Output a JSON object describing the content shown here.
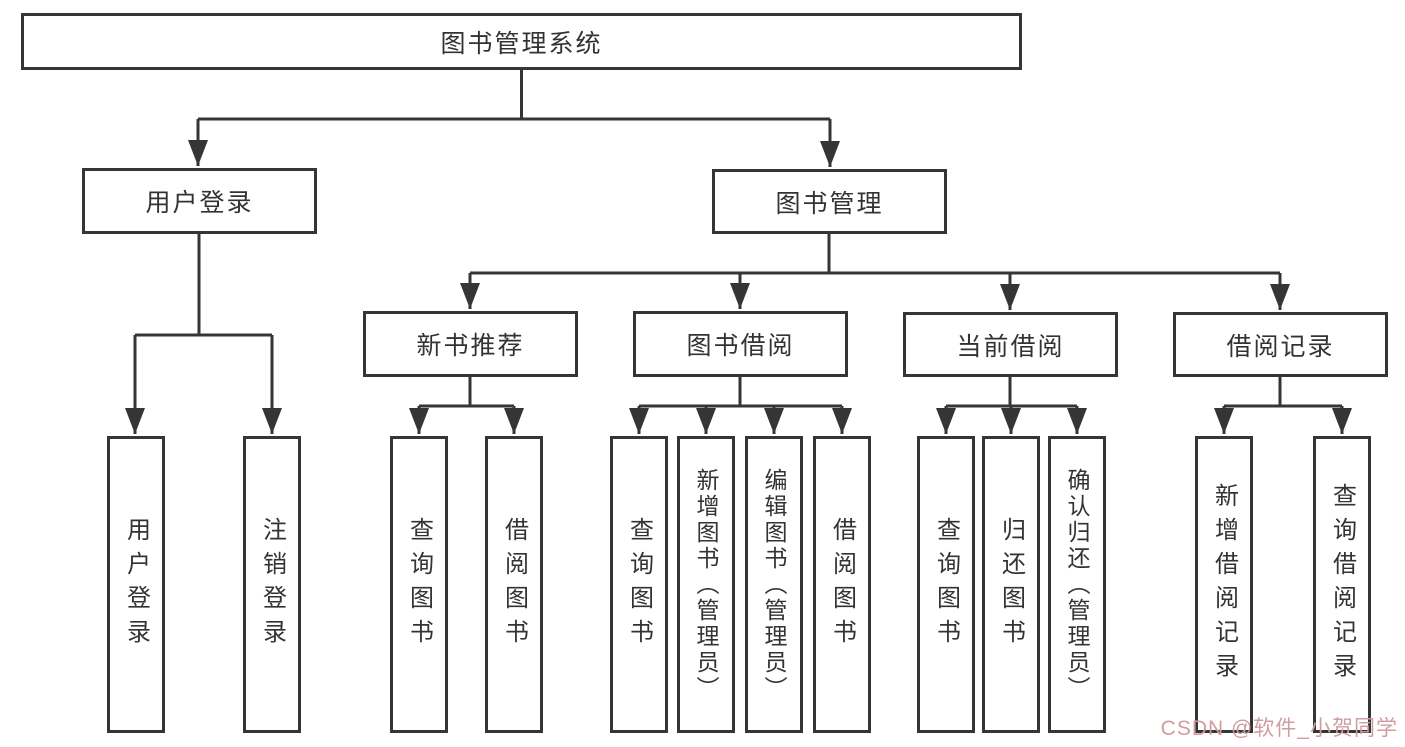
{
  "diagram": {
    "tree": {
      "label": "图书管理系统",
      "children": [
        {
          "label": "用户登录",
          "children": [
            {
              "label": "用户登录"
            },
            {
              "label": "注销登录"
            }
          ]
        },
        {
          "label": "图书管理",
          "children": [
            {
              "label": "新书推荐",
              "children": [
                {
                  "label": "查询图书"
                },
                {
                  "label": "借阅图书"
                }
              ]
            },
            {
              "label": "图书借阅",
              "children": [
                {
                  "label": "查询图书"
                },
                {
                  "label": "新增图书（管理员）"
                },
                {
                  "label": "编辑图书（管理员）"
                },
                {
                  "label": "借阅图书"
                }
              ]
            },
            {
              "label": "当前借阅",
              "children": [
                {
                  "label": "查询图书"
                },
                {
                  "label": "归还图书"
                },
                {
                  "label": "确认归还（管理员）"
                }
              ]
            },
            {
              "label": "借阅记录",
              "children": [
                {
                  "label": "新增借阅记录"
                },
                {
                  "label": "查询借阅记录"
                }
              ]
            }
          ]
        }
      ]
    },
    "line_color": "#353535",
    "text_color": "#333333",
    "box_background": "#ffffff"
  },
  "watermark": {
    "text": "CSDN @软件_小贺同学",
    "color": "#d09ca2"
  }
}
